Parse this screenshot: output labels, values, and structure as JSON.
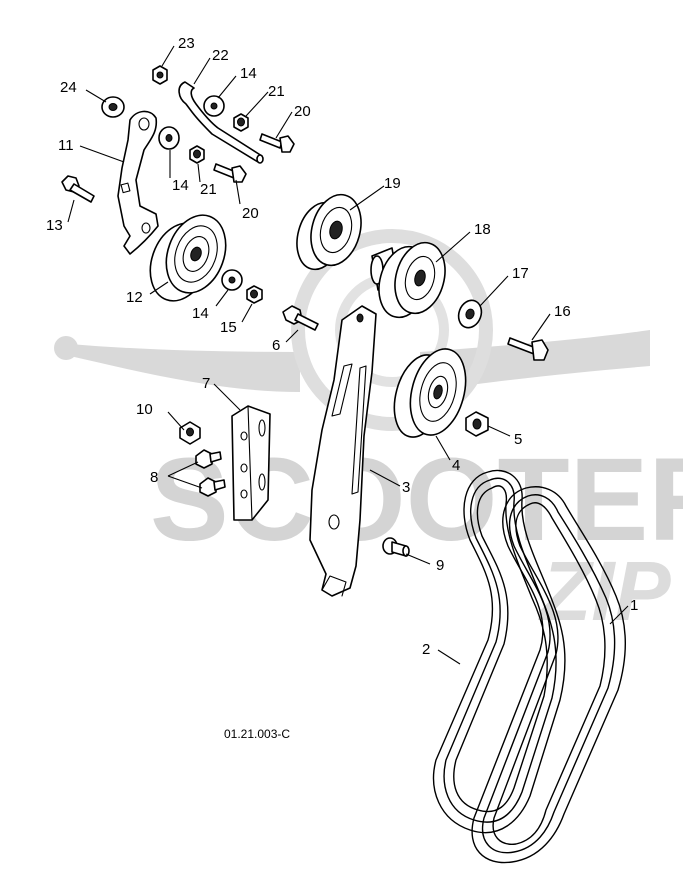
{
  "drawing_code": "01.21.003-C",
  "watermark": {
    "line1": "SCOOTER",
    "line2": "ZIP",
    "meaning": "background brand watermark"
  },
  "callouts": [
    {
      "id": "c1",
      "label": "1"
    },
    {
      "id": "c2",
      "label": "2"
    },
    {
      "id": "c3",
      "label": "3"
    },
    {
      "id": "c4",
      "label": "4"
    },
    {
      "id": "c5",
      "label": "5"
    },
    {
      "id": "c6",
      "label": "6"
    },
    {
      "id": "c7",
      "label": "7"
    },
    {
      "id": "c8",
      "label": "8"
    },
    {
      "id": "c9",
      "label": "9"
    },
    {
      "id": "c10",
      "label": "10"
    },
    {
      "id": "c11",
      "label": "11"
    },
    {
      "id": "c12",
      "label": "12"
    },
    {
      "id": "c13",
      "label": "13"
    },
    {
      "id": "c14a",
      "label": "14"
    },
    {
      "id": "c14b",
      "label": "14"
    },
    {
      "id": "c14c",
      "label": "14"
    },
    {
      "id": "c15",
      "label": "15"
    },
    {
      "id": "c16",
      "label": "16"
    },
    {
      "id": "c17",
      "label": "17"
    },
    {
      "id": "c18",
      "label": "18"
    },
    {
      "id": "c19",
      "label": "19"
    },
    {
      "id": "c20a",
      "label": "20"
    },
    {
      "id": "c20b",
      "label": "20"
    },
    {
      "id": "c21a",
      "label": "21"
    },
    {
      "id": "c21b",
      "label": "21"
    },
    {
      "id": "c22",
      "label": "22"
    },
    {
      "id": "c23",
      "label": "23"
    },
    {
      "id": "c24",
      "label": "24"
    }
  ]
}
